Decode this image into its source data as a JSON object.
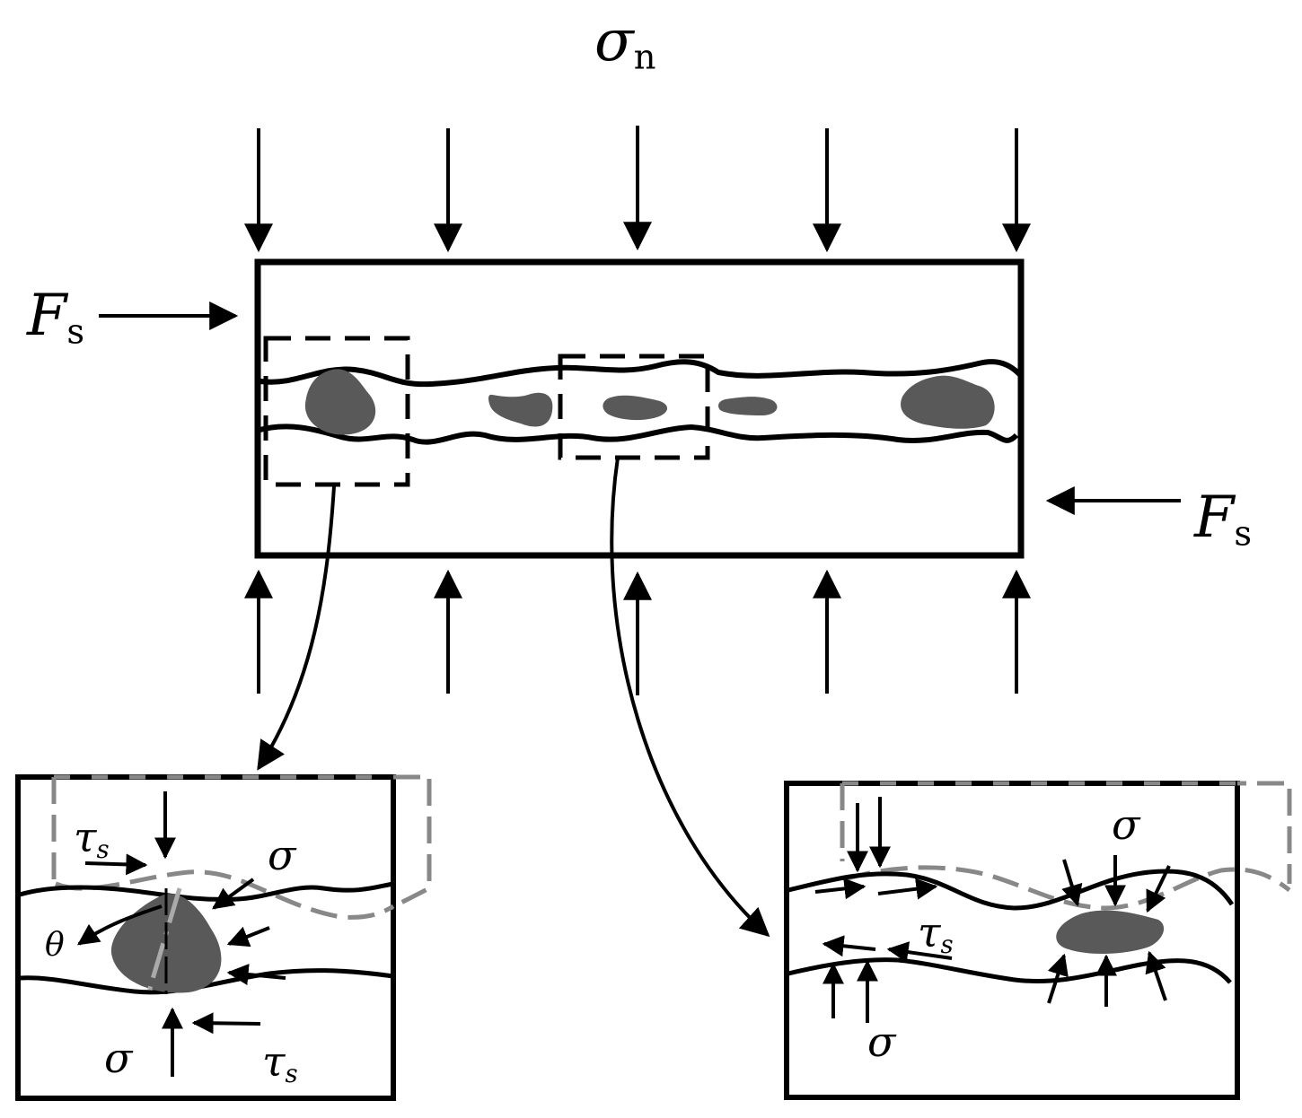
{
  "labels": {
    "normal_stress": {
      "symbol": "σ",
      "subscript": "n"
    },
    "shear_force": {
      "symbol": "F",
      "subscript": "s"
    },
    "shear_stress": {
      "symbol": "τ",
      "subscript": "s"
    },
    "local_stress": "σ",
    "angle": "θ"
  },
  "colors": {
    "stroke": "#000000",
    "particle": "#595959",
    "dashed_gray": "#888888",
    "axis_gray": "#aaaaaa"
  }
}
